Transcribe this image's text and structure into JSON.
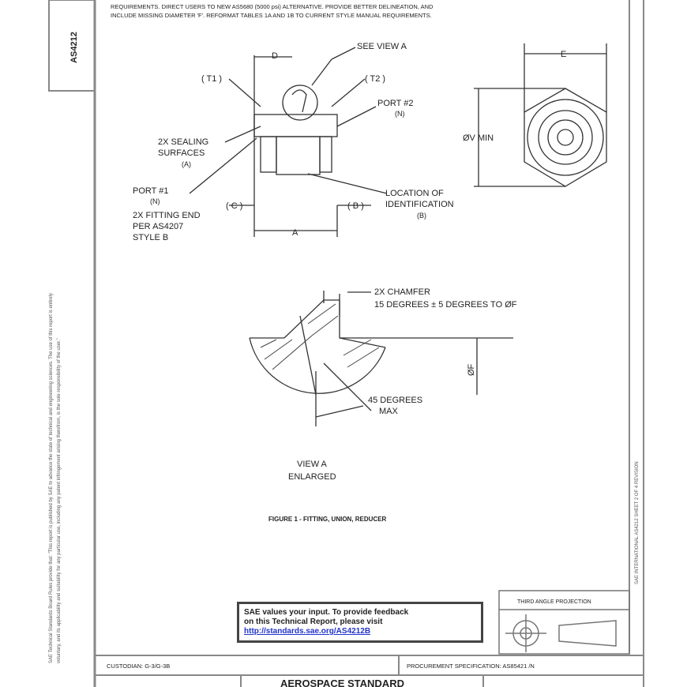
{
  "doc_number": "AS4212",
  "notes": {
    "line1": "REQUIREMENTS. DIRECT USERS TO NEW AS5680 (5000 psi) ALTERNATIVE. PROVIDE BETTER DELINEATION, AND",
    "line2": "INCLUDE MISSING DIAMETER 'F'. REFORMAT TABLES 1A AND 1B TO CURRENT STYLE MANUAL REQUIREMENTS."
  },
  "left_margin_text": {
    "line1": "SAE Technical Standards Board Rules provide that: \"This report is published by SAE to advance the state of technical and engineering sciences. The use of this report is entirely",
    "line2": "voluntary, and its applicability and suitability for any particular use, including any patent infringement arising therefrom, is the sole responsibility of the user.\""
  },
  "right_margin_text": "SAE INTERNATIONAL   AS4212   SHEET 2 OF 4   REVISION",
  "drawing": {
    "labels": {
      "see_view_a": "SEE VIEW A",
      "d": "D",
      "e": "E",
      "t1": "( T1 )",
      "t2": "( T2 )",
      "port2": "PORT #2",
      "port2_sub": "(N)",
      "sealing1": "2X SEALING",
      "sealing2": "SURFACES",
      "sealing3": "(A)",
      "port1": "PORT #1",
      "port1_sub": "(N)",
      "fitting1": "2X FITTING END",
      "fitting2": "PER AS4207",
      "fitting3": "STYLE B",
      "c": "( C )",
      "b": "( B )",
      "a": "A",
      "loc1": "LOCATION OF",
      "loc2": "IDENTIFICATION",
      "loc3": "(B)",
      "v_min": "ØV MIN",
      "chamfer1": "2X CHAMFER",
      "chamfer2": "15 DEGREES ± 5 DEGREES TO ØF",
      "f": "ØF",
      "deg45_1": "45 DEGREES",
      "deg45_2": "MAX",
      "view1": "VIEW A",
      "view2": "ENLARGED",
      "figure_caption": "FIGURE 1 - FITTING, UNION, REDUCER"
    }
  },
  "feedback": {
    "line1": "SAE values your input. To provide feedback",
    "line2": "on this Technical Report, please visit",
    "link": "http://standards.sae.org/AS4212B"
  },
  "title_block": {
    "projection": "THIRD ANGLE PROJECTION",
    "custodian": "CUSTODIAN: G-3/G-3B",
    "procurement": "PROCUREMENT SPECIFICATION: AS85421 /N",
    "title": "AEROSPACE STANDARD"
  }
}
